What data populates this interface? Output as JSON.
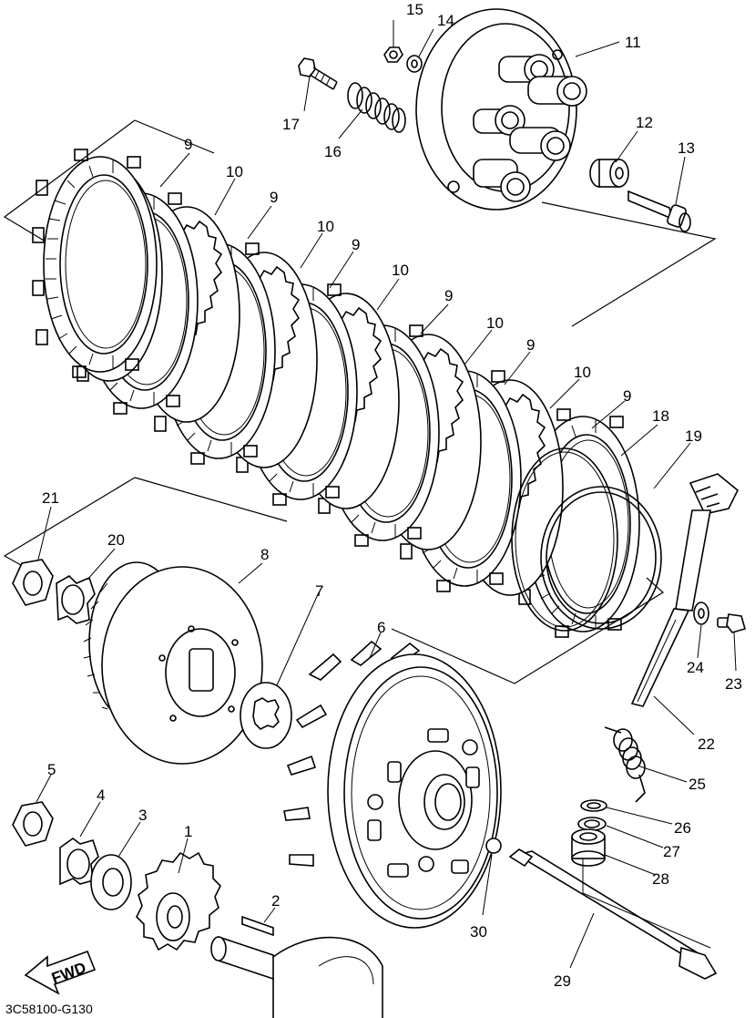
{
  "diagram": {
    "drawing_code": "3C58100-G130",
    "fwd_label": "FWD",
    "callouts": [
      {
        "id": "c15",
        "text": "15"
      },
      {
        "id": "c14",
        "text": "14"
      },
      {
        "id": "c11",
        "text": "11"
      },
      {
        "id": "c17",
        "text": "17"
      },
      {
        "id": "c16",
        "text": "16"
      },
      {
        "id": "c12",
        "text": "12"
      },
      {
        "id": "c13",
        "text": "13"
      },
      {
        "id": "c9a",
        "text": "9"
      },
      {
        "id": "c10a",
        "text": "10"
      },
      {
        "id": "c9b",
        "text": "9"
      },
      {
        "id": "c10b",
        "text": "10"
      },
      {
        "id": "c9c",
        "text": "9"
      },
      {
        "id": "c10c",
        "text": "10"
      },
      {
        "id": "c9d",
        "text": "9"
      },
      {
        "id": "c10d",
        "text": "10"
      },
      {
        "id": "c9e",
        "text": "9"
      },
      {
        "id": "c10e",
        "text": "10"
      },
      {
        "id": "c9f",
        "text": "9"
      },
      {
        "id": "c18",
        "text": "18"
      },
      {
        "id": "c19",
        "text": "19"
      },
      {
        "id": "c21",
        "text": "21"
      },
      {
        "id": "c20",
        "text": "20"
      },
      {
        "id": "c8",
        "text": "8"
      },
      {
        "id": "c7",
        "text": "7"
      },
      {
        "id": "c6",
        "text": "6"
      },
      {
        "id": "c24",
        "text": "24"
      },
      {
        "id": "c23",
        "text": "23"
      },
      {
        "id": "c22",
        "text": "22"
      },
      {
        "id": "c25",
        "text": "25"
      },
      {
        "id": "c26",
        "text": "26"
      },
      {
        "id": "c27",
        "text": "27"
      },
      {
        "id": "c28",
        "text": "28"
      },
      {
        "id": "c5",
        "text": "5"
      },
      {
        "id": "c4",
        "text": "4"
      },
      {
        "id": "c3",
        "text": "3"
      },
      {
        "id": "c1",
        "text": "1"
      },
      {
        "id": "c2",
        "text": "2"
      },
      {
        "id": "c30",
        "text": "30"
      },
      {
        "id": "c29",
        "text": "29"
      }
    ]
  }
}
